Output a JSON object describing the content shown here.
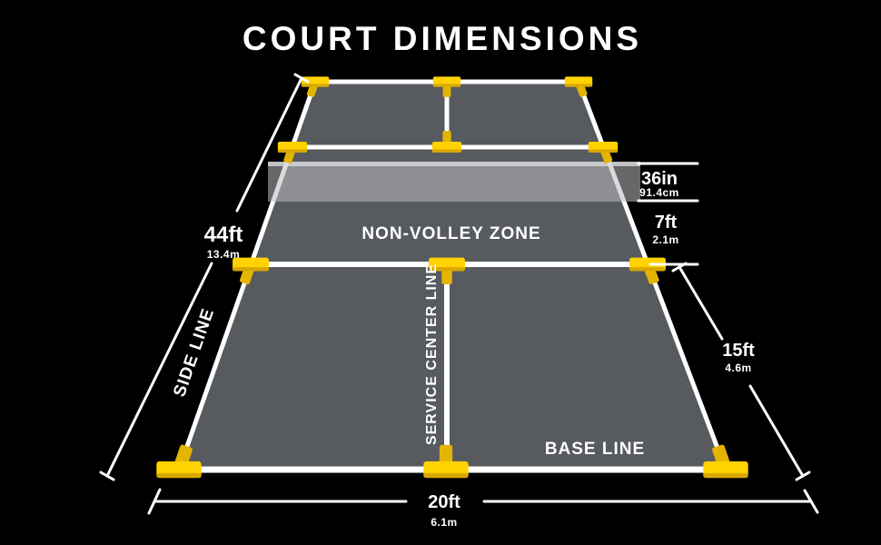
{
  "title": "COURT DIMENSIONS",
  "court": {
    "side_line": "SIDE LINE",
    "non_volley_zone": "NON-VOLLEY ZONE",
    "service_center_line": "SERVICE CENTER LINE",
    "base_line": "BASE LINE"
  },
  "dimensions": {
    "court_length": {
      "imperial": "44ft",
      "metric": "13.4m"
    },
    "court_width": {
      "imperial": "20ft",
      "metric": "6.1m"
    },
    "net_height": {
      "imperial": "36in",
      "metric": "91.4cm"
    },
    "non_volley_depth": {
      "imperial": "7ft",
      "metric": "2.1m"
    },
    "service_area_depth": {
      "imperial": "15ft",
      "metric": "4.6m"
    }
  },
  "colors": {
    "background": "#000000",
    "court_surface": "#575a5e",
    "line_white": "#ffffff",
    "marker_yellow": "#ffd200",
    "marker_shade": "#d9a800",
    "net_gray": "#b9bbbd"
  }
}
